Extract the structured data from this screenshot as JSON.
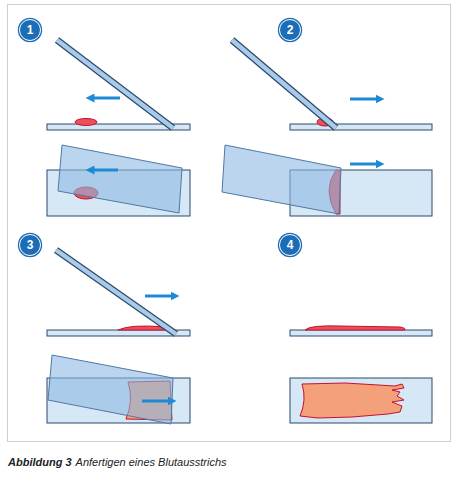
{
  "diagram": {
    "caption": "Anfertigen eines Blutausstrichs",
    "labels": [
      "1",
      "2",
      "3",
      "4",
      "Abbildung 3"
    ]
  }
}
